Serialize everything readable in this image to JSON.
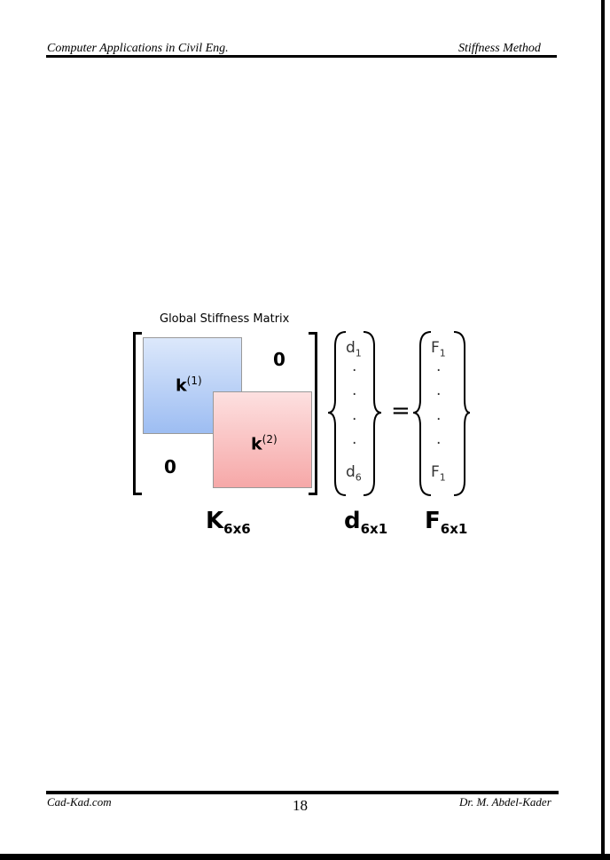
{
  "header": {
    "left": "Computer Applications in Civil Eng.",
    "right": "Stiffness Method"
  },
  "footer": {
    "left": "Cad-Kad.com",
    "page_number": "18",
    "right": "Dr. M. Abdel-Kader"
  },
  "figure": {
    "title": "Global Stiffness Matrix",
    "block1": {
      "base": "k",
      "sup": "(1)"
    },
    "block2": {
      "base": "k",
      "sup": "(2)"
    },
    "zero": "0",
    "d_first": {
      "base": "d",
      "sub": "1"
    },
    "d_last": {
      "base": "d",
      "sub": "6"
    },
    "f_first": {
      "base": "F",
      "sub": "1"
    },
    "f_last": {
      "base": "F",
      "sub": "1"
    },
    "dot": ".",
    "equals": "=",
    "label_K": {
      "base": "K",
      "sub": "6x6"
    },
    "label_d": {
      "base": "d",
      "sub": "6x1"
    },
    "label_F": {
      "base": "F",
      "sub": "6x1"
    }
  }
}
